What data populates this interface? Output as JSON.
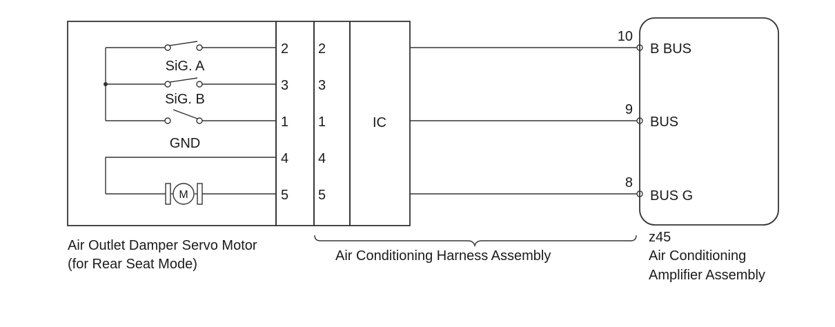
{
  "servo_motor": {
    "name_line1": "Air Outlet Damper Servo Motor",
    "name_line2": "(for Rear Seat Mode)",
    "switch_labels": [
      "SiG. A",
      "SiG. B",
      "GND"
    ],
    "motor_symbol": "M",
    "pins": [
      "2",
      "3",
      "1",
      "4",
      "5"
    ]
  },
  "harness": {
    "name": "Air Conditioning Harness Assembly",
    "pins": [
      "2",
      "3",
      "1",
      "4",
      "5"
    ],
    "ic_label": "IC"
  },
  "amplifier": {
    "connector": "z45",
    "name_line1": "Air Conditioning",
    "name_line2": "Amplifier Assembly",
    "terminals": [
      {
        "pin": "10",
        "signal": "B BUS"
      },
      {
        "pin": "9",
        "signal": "BUS"
      },
      {
        "pin": "8",
        "signal": "BUS G"
      }
    ]
  }
}
